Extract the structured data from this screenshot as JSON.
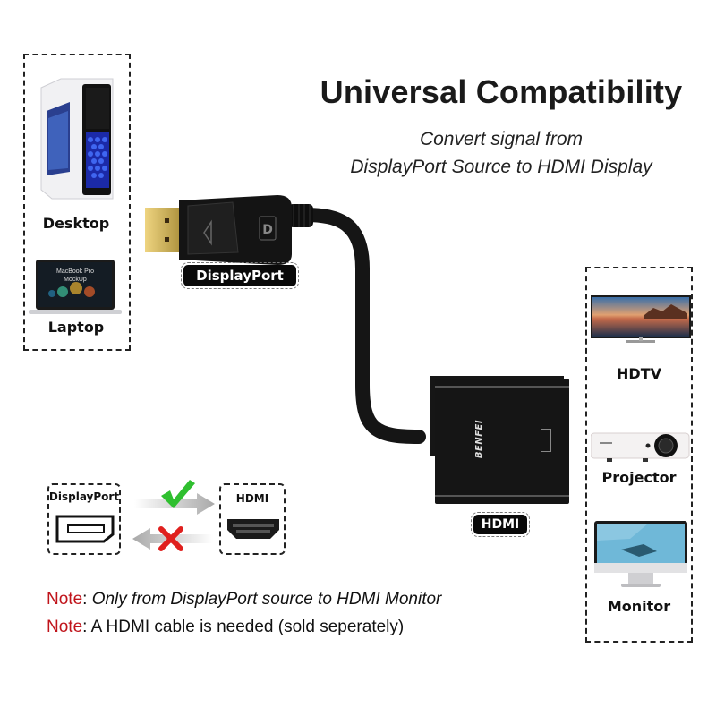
{
  "header": {
    "title": "Universal Compatibility",
    "subtitle_line1": "Convert signal from",
    "subtitle_line2": "DisplayPort Source to HDMI Display"
  },
  "sources": {
    "items": [
      {
        "label": "Desktop",
        "icon": "desktop-pc-icon"
      },
      {
        "label": "Laptop",
        "icon": "laptop-icon",
        "screen_text_line1": "MacBook Pro",
        "screen_text_line2": "MockUp"
      }
    ]
  },
  "displays": {
    "items": [
      {
        "label": "HDTV",
        "icon": "hdtv-icon"
      },
      {
        "label": "Projector",
        "icon": "projector-icon"
      },
      {
        "label": "Monitor",
        "icon": "monitor-icon"
      }
    ]
  },
  "adapter": {
    "input_label": "DisplayPort",
    "output_label": "HDMI",
    "brand": "BENFEI"
  },
  "direction_diagram": {
    "left_label": "DisplayPort",
    "right_label": "HDMI",
    "forward_status": "check",
    "reverse_status": "cross",
    "colors": {
      "check": "#2fbf2f",
      "cross": "#e0201e",
      "arrow": "#a9a9a9"
    }
  },
  "notes": [
    {
      "prefix": "Note",
      "sep": ":",
      "text": " Only from DisplayPort source to HDMI Monitor",
      "italic": true
    },
    {
      "prefix": "Note",
      "sep": ":",
      "text": " A HDMI cable is needed (sold seperately)",
      "italic": false
    }
  ],
  "colors": {
    "note_prefix": "#c0141b",
    "label_bg": "#0a0a0a",
    "gold": "#e8c24a"
  }
}
